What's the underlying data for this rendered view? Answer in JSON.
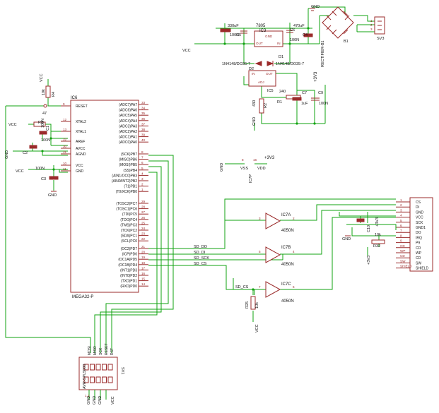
{
  "mcu": {
    "ref": "IC6",
    "part": "MEGA32-P",
    "left_pins": [
      {
        "label": "RESET",
        "num": "9"
      },
      {
        "label": "XTAL2",
        "num": "12"
      },
      {
        "label": "XTAL1",
        "num": "13"
      },
      {
        "label": "AREF",
        "num": "32"
      },
      {
        "label": "AVCC",
        "num": "30"
      },
      {
        "label": "AGND",
        "num": "31"
      },
      {
        "label": "VCC",
        "num": "10"
      },
      {
        "label": "GND",
        "num": "11"
      }
    ],
    "right_pins": [
      {
        "label": "(ADC7)PA7",
        "num": "33"
      },
      {
        "label": "(ADC6)PA6",
        "num": "34"
      },
      {
        "label": "(ADC5)PA5",
        "num": "35"
      },
      {
        "label": "(ADC4)PA4",
        "num": "36"
      },
      {
        "label": "(ADC3)PA3",
        "num": "37"
      },
      {
        "label": "(ADC2)PA2",
        "num": "38"
      },
      {
        "label": "(ADC1)PA1",
        "num": "39"
      },
      {
        "label": "(ADC0)PA0",
        "num": "40"
      },
      {
        "label": "(SCK)PB7",
        "num": "8"
      },
      {
        "label": "(MISO)PB6",
        "num": "7"
      },
      {
        "label": "(MOSI)PB5",
        "num": "6"
      },
      {
        "label": "(SS)PB4",
        "num": "5"
      },
      {
        "label": "(AIN1/OC0)PB3",
        "num": "4"
      },
      {
        "label": "(AIN0/INT2)PB2",
        "num": "3"
      },
      {
        "label": "(T1)PB1",
        "num": "2"
      },
      {
        "label": "(T0/XCK)PB0",
        "num": "1"
      },
      {
        "label": "(TOSC2)PC7",
        "num": "29"
      },
      {
        "label": "(TOSC1)PC6",
        "num": "28"
      },
      {
        "label": "(TDI)PC5",
        "num": "27"
      },
      {
        "label": "(TDO)PC4",
        "num": "26"
      },
      {
        "label": "(TMS)PC3",
        "num": "25"
      },
      {
        "label": "(TCK)PC2",
        "num": "24"
      },
      {
        "label": "(SDA)PC1",
        "num": "23"
      },
      {
        "label": "(SCL)PC0",
        "num": "22"
      },
      {
        "label": "(OC2)PD7",
        "num": "21"
      },
      {
        "label": "(ICP)PD6",
        "num": "20"
      },
      {
        "label": "(OC1A)PD5",
        "num": "19"
      },
      {
        "label": "(OC1B)PD4",
        "num": "18"
      },
      {
        "label": "(INT1)PD3",
        "num": "17"
      },
      {
        "label": "(INT0)PD2",
        "num": "16"
      },
      {
        "label": "(TXD)PD1",
        "num": "15"
      },
      {
        "label": "(RXD)PD0",
        "num": "14"
      }
    ]
  },
  "power": {
    "reg1_ref": "IC3",
    "reg1_part": "7805",
    "reg1_in": "IN",
    "reg1_out": "OUT",
    "reg1_gnd": "GND",
    "reg2_ref": "IC5",
    "reg2_part": "ADJ",
    "reg2_in": "IN",
    "reg2_out": "OUT",
    "reg2_adj": "ADJ",
    "c330": "C3",
    "c330_val": "330uF",
    "c100_1": "100N",
    "c100_1b": "C5",
    "c6": "C6",
    "c6_val": "100N",
    "c4": "C4",
    "c4_val": "470uF",
    "rectifier": "RECTIFIER-B1",
    "rect_ref": "B1",
    "sv3": "SV3",
    "sv3_pins": [
      "1",
      "2",
      "3"
    ],
    "gnd_top": "GND",
    "vcc_out": "VCC",
    "d1": "D1",
    "d1_part": "1N4148/DO35-7",
    "d2": "D2",
    "d2_part": "1N4148/DO35-7",
    "d_left_part": "1N4148/DO35-7",
    "v33": "+3V3",
    "r2": "R2",
    "r2_val": "430",
    "r1": "R1",
    "r1_val": "240",
    "c7": "C7",
    "c7_val": "1uF",
    "c9": "C9",
    "c9_val": "100N",
    "gnd_adj": "GND"
  },
  "reset": {
    "vcc": "VCC",
    "r": "R4",
    "r_val": "10k",
    "r3": "R3",
    "r3_val": "47",
    "vcc2": "VCC",
    "c1": "100N",
    "c2": "C2",
    "c2_val": "100N",
    "gnd": "GND",
    "c1_ref": "C1",
    "vcc3": "VCC",
    "c3": "C3",
    "c3_val": "100N",
    "gnd2": "GND"
  },
  "ic7p": {
    "ref": "IC7P",
    "vss": "VSS",
    "vdd": "VDD",
    "gnd": "GND",
    "v33": "+3V3",
    "pin_vss": "8",
    "pin_vdd": "16"
  },
  "buffers": [
    {
      "ref": "IC7A",
      "part": "4050N",
      "in_pin": "3",
      "out_pin": "2"
    },
    {
      "ref": "IC7B",
      "part": "4050N",
      "in_pin": "5",
      "out_pin": "4"
    },
    {
      "ref": "IC7C",
      "part": "4050N",
      "in_pin": "7",
      "out_pin": "6"
    }
  ],
  "net_labels": [
    "SD_DO",
    "SD_DI",
    "SD_SCK",
    "SD_CS"
  ],
  "sd_pullup": {
    "r": "R25",
    "r_val": "10k",
    "vcc": "VCC"
  },
  "sd_card": {
    "rows": [
      {
        "label": "CS",
        "num": "1"
      },
      {
        "label": "DI",
        "num": "2"
      },
      {
        "label": "GND",
        "num": "3"
      },
      {
        "label": "VCC",
        "num": "4"
      },
      {
        "label": "SCK",
        "num": "5"
      },
      {
        "label": "GND1",
        "num": "6"
      },
      {
        "label": "DO",
        "num": "7"
      },
      {
        "label": "IRQ",
        "num": "8"
      },
      {
        "label": "P9",
        "num": "9"
      },
      {
        "label": "CD",
        "num": "CD"
      },
      {
        "label": "WP",
        "num": "WP"
      },
      {
        "label": "CD",
        "num": "CD"
      },
      {
        "label": "SW",
        "num": "SW"
      },
      {
        "label": "SHIELD",
        "num": "SHIELD"
      }
    ],
    "r32": "R32",
    "r32_val": "10k",
    "v33": "+3V3",
    "gnd": "GND",
    "cap": "C10",
    "cap_v33": "+3V3"
  },
  "isp": {
    "ref": "SV1",
    "part": "AVR-SPL5000",
    "pins_top": [
      "MOSI",
      "MISO",
      "SCK",
      "RESET",
      "RST"
    ],
    "gnd_labels": [
      "GND",
      "GND",
      "GND",
      "VCC"
    ],
    "side": "1  2"
  }
}
